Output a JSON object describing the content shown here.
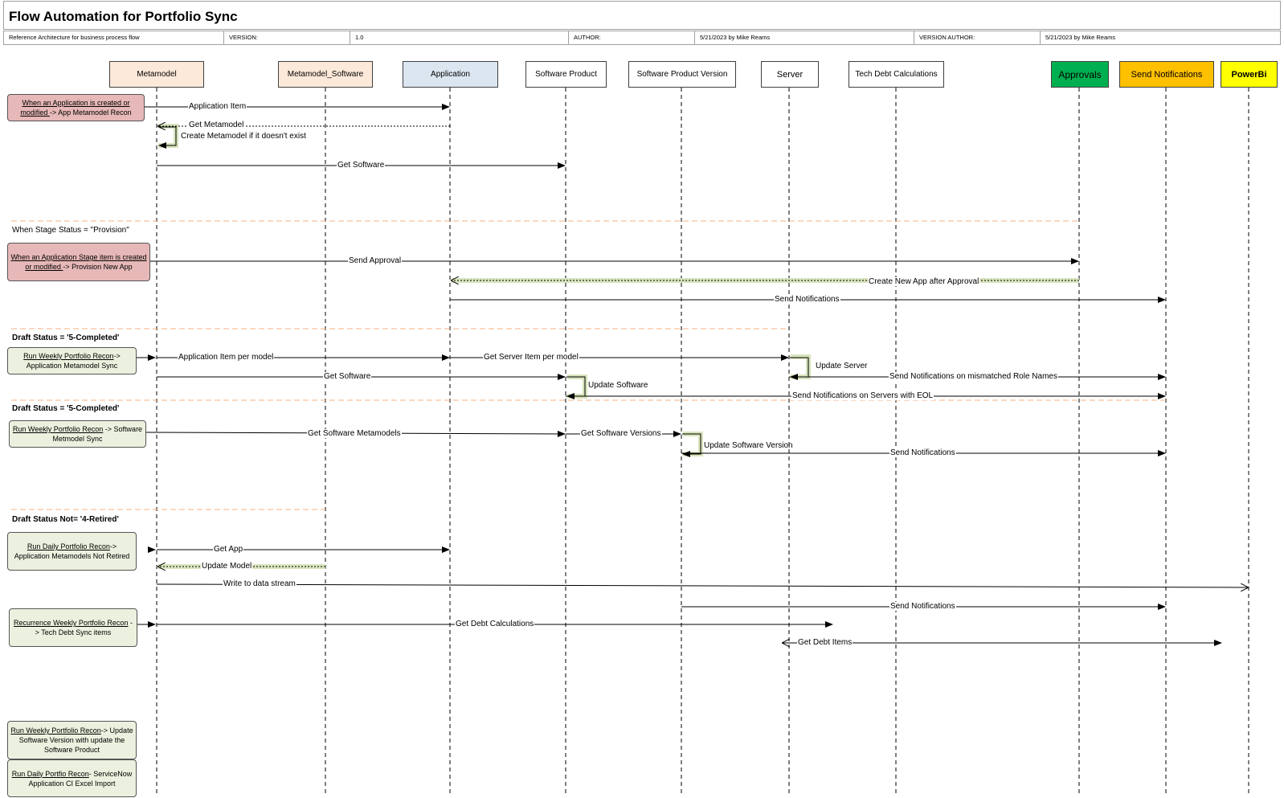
{
  "header": {
    "title": "Flow Automation for Portfolio Sync",
    "meta": [
      "Reference Architecture for business process flow",
      "VERSION:",
      "1.0",
      "AUTHOR:",
      "5/21/2023 by Mike Reams",
      "VERSION AUTHOR:",
      "5/21/2023 by Mike Reams"
    ]
  },
  "lanes": [
    {
      "label": "Metamodel",
      "color": "#fde9d9"
    },
    {
      "label": "Metamodel_Software",
      "color": "#fde9d9"
    },
    {
      "label": "Application",
      "color": "#dce6f1"
    },
    {
      "label": "Software Product",
      "color": "#ffffff"
    },
    {
      "label": "Software Product Version",
      "color": "#ffffff"
    },
    {
      "label": "Server",
      "color": "#ffffff"
    },
    {
      "label": "Tech Debt Calculations",
      "color": "#ffffff"
    },
    {
      "label": "Approvals",
      "color": "#00b050"
    },
    {
      "label": "Send Notifications",
      "color": "#ffc000"
    },
    {
      "label": "PowerBi",
      "color": "#ffff00"
    }
  ],
  "sections": [
    "When Stage Status = \"Provision\"",
    "Draft Status = '5-Completed'",
    "Draft Status = '5-Completed'",
    "Draft Status Not= '4-Retired'"
  ],
  "triggers": [
    {
      "link": "When an Application is created or modified ",
      "rest": "-> App Metamodel Recon"
    },
    {
      "link": "When an Application Stage item is created or modified ",
      "rest": "-> Provision New App"
    },
    {
      "link": "Run Weekly Portfolio Recon",
      "rest": "-> Application Metamodel Sync"
    },
    {
      "link": "Run Weekly Portfolio Recon",
      "rest": " -> Software Metmodel Sync"
    },
    {
      "link": "Run Daily Portfolio Recon",
      "rest": "-> Application Metamodels Not Retired"
    },
    {
      "link": "Recurrence Weekly Portfolio Recon",
      "rest": " -> Tech Debt Sync items"
    },
    {
      "link": "Run Weekly Portfolio Recon",
      "rest": "-> Update Software Version with update the Software Product"
    },
    {
      "link": "Run Daily Portfio Recon",
      "rest": "- ServiceNow Application CI Excel Import"
    }
  ],
  "messages": [
    "Application Item",
    "Get Metamodel",
    "Create Metamodel if it doesn't exist",
    "Get Software",
    "Send Approval",
    "Create New App after Approval",
    "Send Notifications",
    "Application Item per model",
    "Get Server Item per model",
    "Update Server",
    "Get Software",
    "Update Software",
    "Send Notifications on mismatched Role Names",
    "Send Notifications on Servers with EOL",
    "Get Software Metamodels",
    "Get Software Versions",
    "Update Software Version",
    "Send Notifications",
    "Get App",
    "Update Model",
    "Write to data stream",
    "Send Notifications",
    "Get Debt Calculations",
    "Get Debt Items"
  ]
}
